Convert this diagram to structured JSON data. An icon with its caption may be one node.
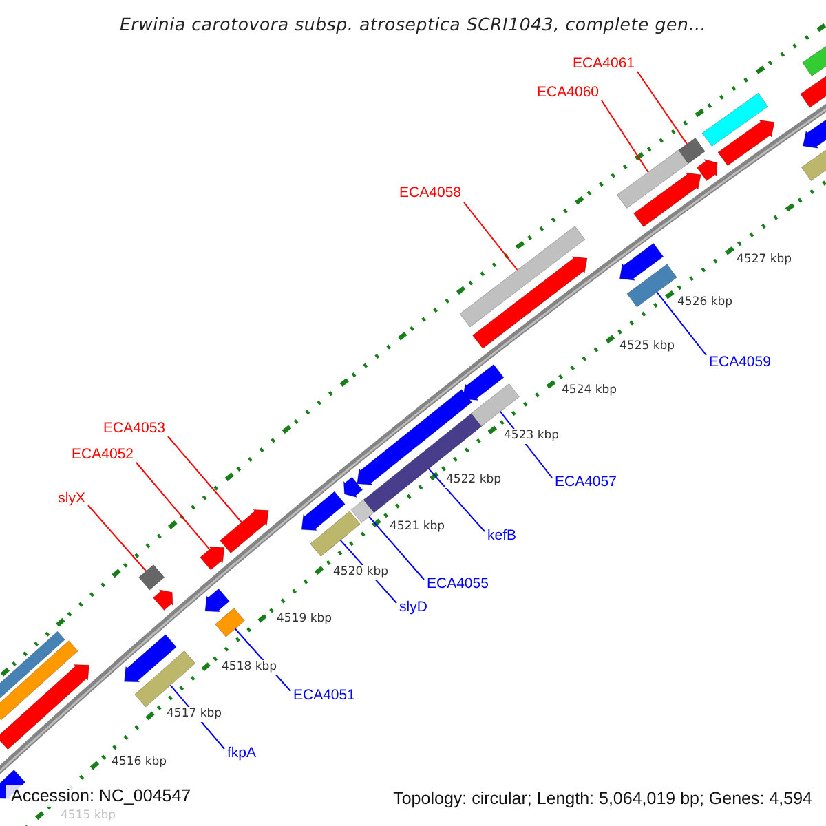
{
  "diagram": {
    "title": "Erwinia carotovora subsp. atroseptica SCRI1043, complete gen...",
    "nodes": [
      {
        "text": [
          "ECA4061"
        ]
      },
      {
        "text": [
          "ECA4060"
        ]
      },
      {
        "text": [
          "ECA4058"
        ]
      },
      {
        "text": [
          "ECA4059"
        ]
      },
      {
        "text": [
          "ECA4053"
        ]
      },
      {
        "text": [
          "ECA4052"
        ]
      },
      {
        "text": [
          "ECA4057"
        ]
      },
      {
        "text": [
          "slyX"
        ]
      },
      {
        "text": [
          "kefB"
        ]
      },
      {
        "text": [
          "ECA4055"
        ]
      },
      {
        "text": [
          "slyD"
        ]
      },
      {
        "text": [
          "ECA4051"
        ]
      },
      {
        "text": [
          "fkpA"
        ]
      },
      {
        "text": [],
        "shape": "bar"
      },
      {
        "text": [],
        "shape": "bar"
      },
      {
        "text": [],
        "shape": "bar"
      },
      {
        "text": [],
        "shape": "bar"
      },
      {
        "text": [],
        "shape": "bar"
      },
      {
        "text": [],
        "shape": "bar"
      },
      {
        "text": [],
        "shape": "bar"
      },
      {
        "text": [],
        "shape": "bar"
      },
      {
        "text": [],
        "shape": "bar"
      },
      {
        "text": [],
        "shape": "bar"
      },
      {
        "text": [],
        "shape": "bar"
      },
      {
        "text": [],
        "shape": "bar"
      },
      {
        "text": [],
        "shape": "bar"
      },
      {
        "text": [],
        "shape": "bar"
      },
      {
        "text": [],
        "shape": "bar"
      },
      {
        "text": [],
        "shape": "bar"
      },
      {
        "text": [],
        "shape": "bar"
      },
      {
        "text": [],
        "shape": "bar"
      },
      {
        "text": [],
        "shape": "bar"
      },
      {
        "text": [],
        "shape": "bar"
      },
      {
        "text": [],
        "shape": "bar"
      },
      {
        "text": [],
        "shape": "bar"
      },
      {
        "text": [],
        "shape": "bar"
      },
      {
        "text": [],
        "shape": "bar"
      },
      {
        "text": [],
        "shape": "bar"
      },
      {
        "text": [],
        "shape": "bar"
      },
      {
        "text": [],
        "shape": "bar"
      },
      {
        "text": [],
        "shape": "bar"
      },
      {
        "text": [],
        "shape": "bar"
      },
      {
        "text": [],
        "shape": "bar"
      },
      {
        "text": [],
        "shape": "bar"
      },
      {
        "text": [],
        "shape": "bar"
      },
      {
        "text": [],
        "shape": "bar"
      },
      {
        "text": [],
        "shape": "bar"
      }
    ],
    "edges": [
      {
        "from": 0,
        "to": 39,
        "arrow": "none",
        "color": "#ff0000"
      },
      {
        "from": 1,
        "to": 37,
        "arrow": "none",
        "color": "#ff0000"
      },
      {
        "from": 2,
        "to": 33,
        "arrow": "none",
        "color": "#ff0000"
      },
      {
        "from": 3,
        "to": 36,
        "arrow": "none"
      },
      {
        "from": 4,
        "to": 24,
        "arrow": "none",
        "color": "#ff0000"
      },
      {
        "from": 5,
        "to": 21,
        "arrow": "none",
        "color": "#ff0000"
      },
      {
        "from": 6,
        "to": 32,
        "arrow": "none"
      },
      {
        "from": 7,
        "to": 18,
        "arrow": "none",
        "color": "#ff0000"
      },
      {
        "from": 8,
        "to": 30,
        "arrow": "none"
      },
      {
        "from": 9,
        "to": 28,
        "arrow": "none"
      },
      {
        "from": 10,
        "to": 26,
        "arrow": "none"
      },
      {
        "from": 11,
        "to": 23,
        "arrow": "none"
      },
      {
        "from": 12,
        "to": 19,
        "arrow": "none"
      }
    ],
    "labels": [
      "4527 kbp",
      "4526 kbp",
      "4525 kbp",
      "4524 kbp",
      "4523 kbp",
      "4522 kbp",
      "4521 kbp",
      "4520 kbp",
      "4519 kbp",
      "4518 kbp",
      "4517 kbp",
      "4516 kbp",
      "Accession: NC_004547",
      "Topology: circular; Length: 5,064,019 bp; Genes: 4,594",
      "4515 kbp"
    ]
  }
}
